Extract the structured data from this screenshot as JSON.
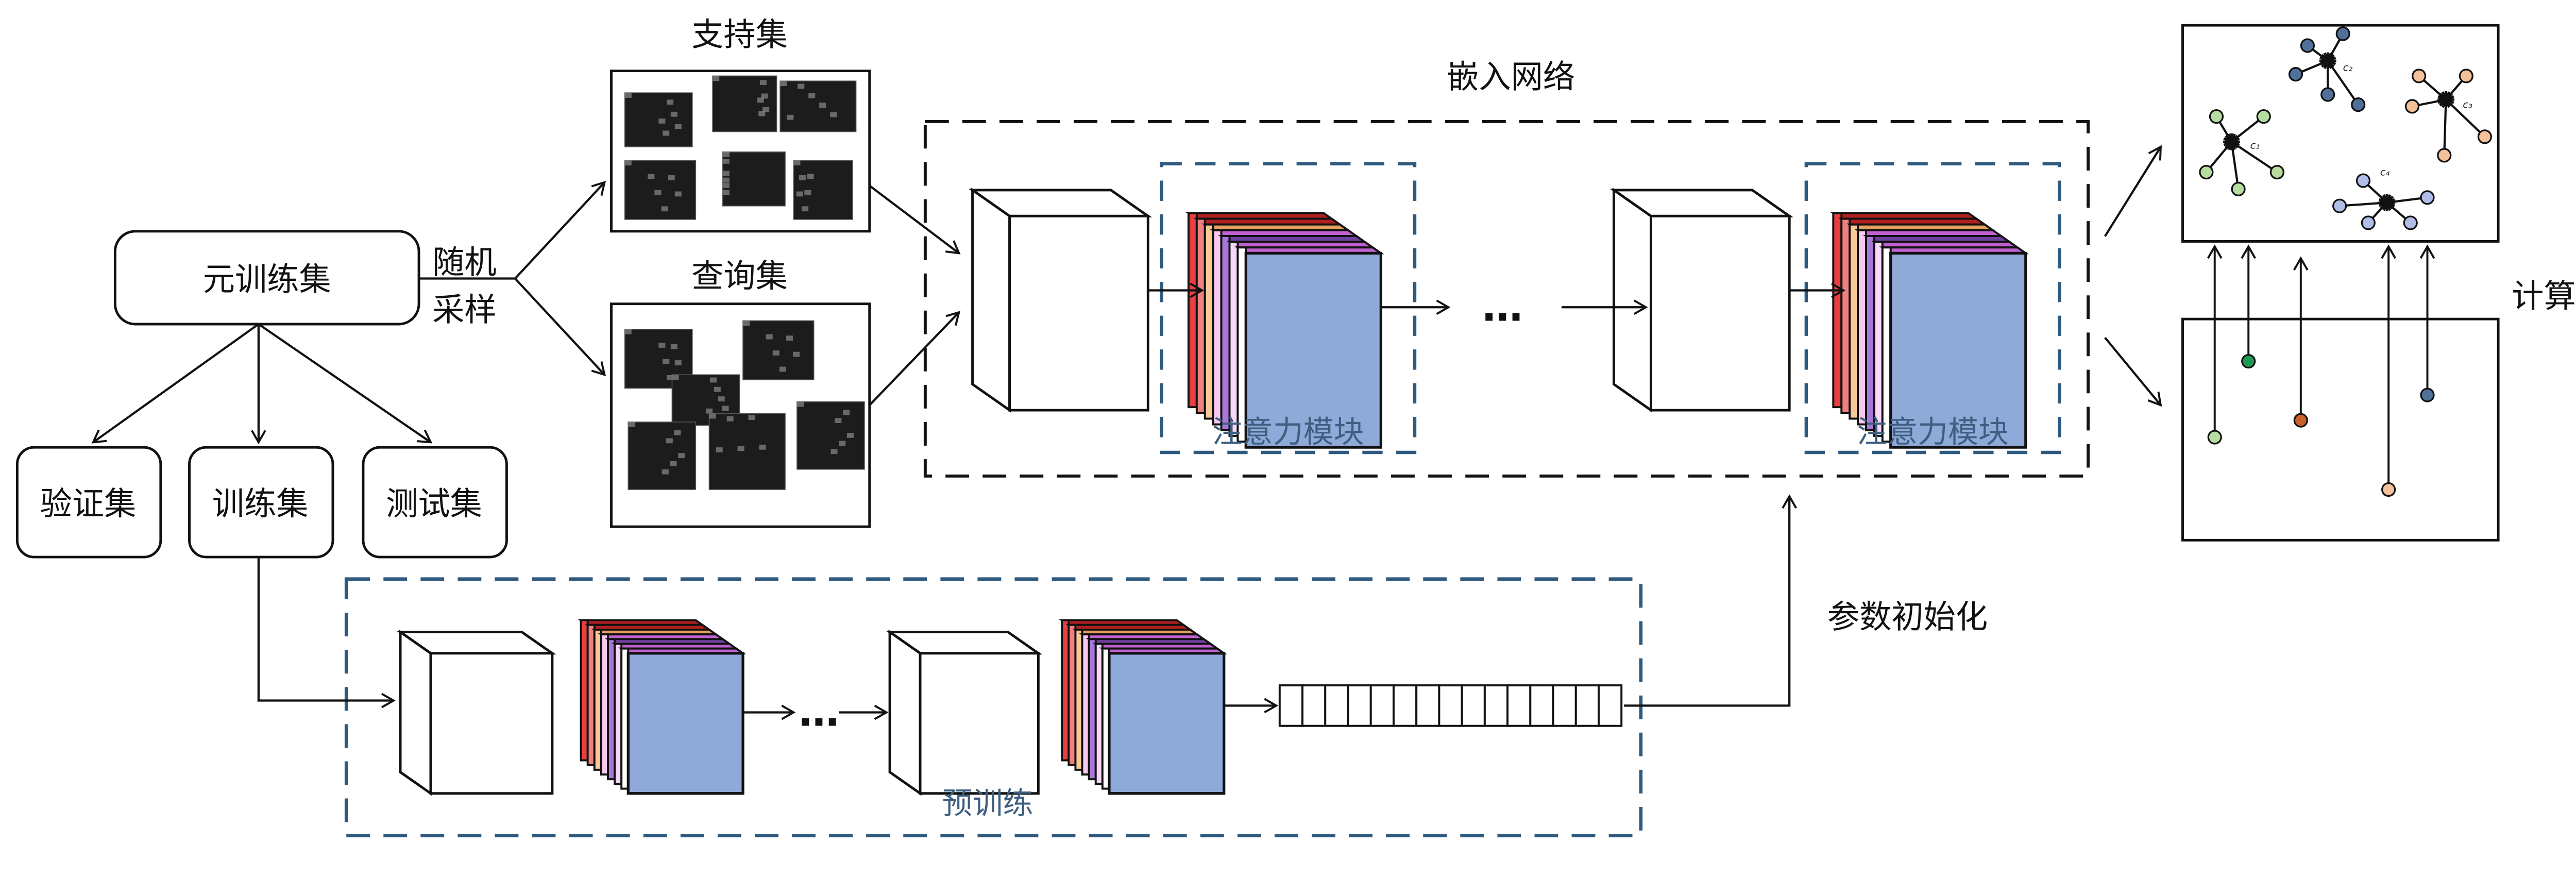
{
  "meta_train_set": "元训练集",
  "random_sampling": [
    "随机",
    "采样"
  ],
  "splits": [
    "验证集",
    "训练集",
    "测试集"
  ],
  "support_set": "支持集",
  "query_set": "查询集",
  "embedding_network": "嵌入网络",
  "attention_module": "注意力模块",
  "ellipsis": "…",
  "pretraining": "预训练",
  "param_init": "参数初始化",
  "compute_distance": "计算距离",
  "prototype_labels": [
    "c₁",
    "c₂",
    "c₃",
    "c₄"
  ],
  "colors": {
    "dashed_blue": "#2f5a80",
    "cube_front": "#8fa9d9",
    "slices": [
      "#e84040",
      "#f08080",
      "#f8c898",
      "#f8c8f0",
      "#a878d8",
      "#f8d8f8",
      "#ffffff"
    ],
    "cluster_green": "#b7dca0",
    "cluster_blue": "#4f7099",
    "cluster_peach": "#f5c19a",
    "cluster_lavender": "#b0bde8",
    "query_green": "#1f9a55",
    "query_orange": "#c8622a"
  }
}
